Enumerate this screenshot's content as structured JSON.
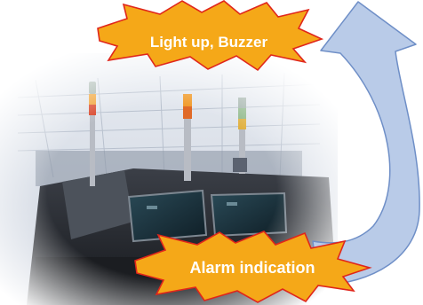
{
  "callouts": {
    "top": "Light up, Buzzer",
    "bottom": "Alarm indication"
  },
  "colors": {
    "burst_fill": "#f5a818",
    "burst_stroke": "#e0261b",
    "arrow_fill": "#b9cbe8",
    "arrow_stroke": "#6f8fc7",
    "callout_text": "#ffffff"
  },
  "photo": {
    "subject": "factory-machines-with-signal-tower-lamps"
  }
}
